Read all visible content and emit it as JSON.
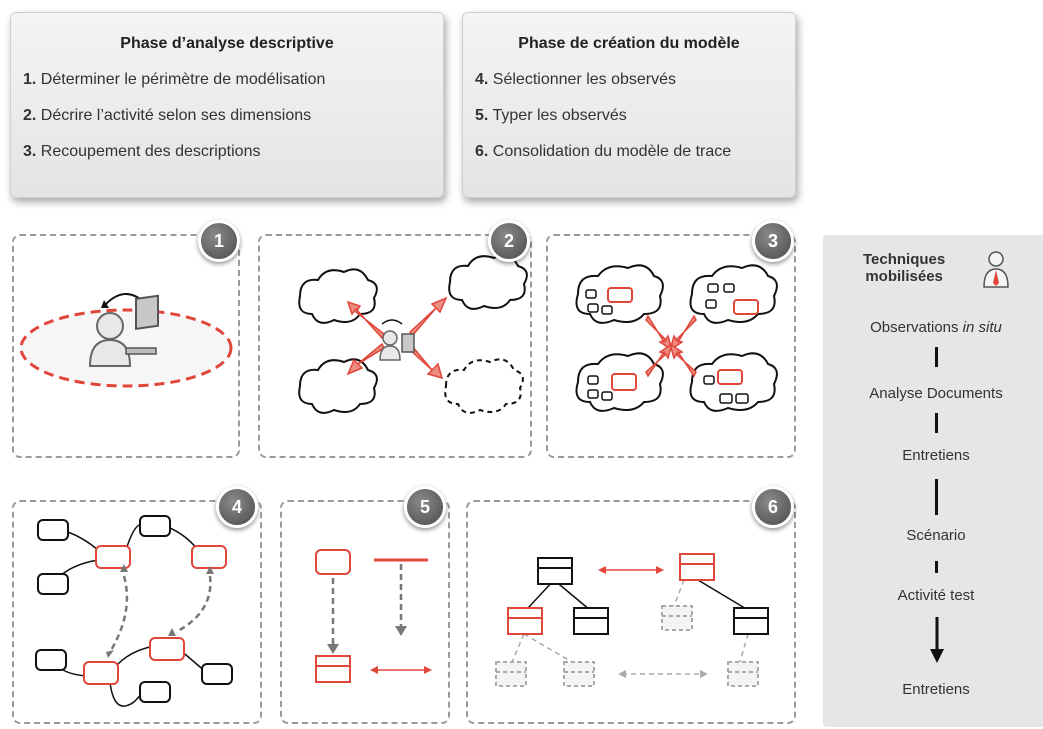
{
  "phase1": {
    "title": "Phase d’analyse descriptive",
    "steps": [
      {
        "num": "1.",
        "text": "Déterminer le périmètre de modélisation"
      },
      {
        "num": "2.",
        "text": "Décrire l’activité selon ses dimensions"
      },
      {
        "num": "3.",
        "text": "Recoupement des descriptions"
      }
    ]
  },
  "phase2": {
    "title": "Phase de création du modèle",
    "steps": [
      {
        "num": "4.",
        "text": "Sélectionner les observés"
      },
      {
        "num": "5.",
        "text": "Typer les observés"
      },
      {
        "num": "6.",
        "text": "Consolidation du modèle de trace"
      }
    ]
  },
  "badges": [
    "1",
    "2",
    "3",
    "4",
    "5",
    "6"
  ],
  "techniques": {
    "title_line1": "Techniques",
    "title_line2": "mobilisées",
    "items": [
      {
        "text": "Observations ",
        "italic": "in situ"
      },
      {
        "text": "Analyse Documents"
      },
      {
        "text": "Entretiens"
      },
      {
        "text": "Scénario"
      },
      {
        "text": "Activité test"
      },
      {
        "text": "Entretiens"
      }
    ]
  },
  "colors": {
    "accent": "#e0463a",
    "badge": "#5a5a5a",
    "dashed": "#9a9a9a"
  }
}
